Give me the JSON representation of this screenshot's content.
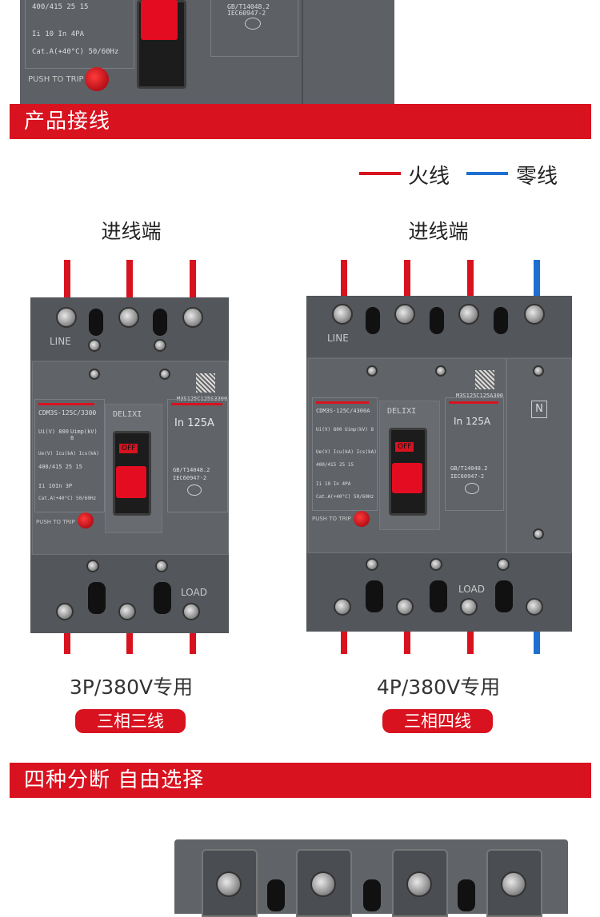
{
  "colors": {
    "banner": "#d8121f",
    "live_wire": "#d8121f",
    "neutral_wire": "#1e6fd0",
    "housing": "#5b5e63"
  },
  "section_wiring": {
    "title": "产品接线"
  },
  "legend": {
    "live": "火线",
    "neutral": "零线"
  },
  "left_product": {
    "header": "进线端",
    "caption": "3P/380V专用",
    "badge": "三相三线",
    "model": "CDM3S-125C/3300",
    "rating": "In  125A",
    "line_label": "LINE",
    "load_label": "LOAD",
    "push_label": "PUSH TO TRIP",
    "brand": "DELIXI",
    "off": "OFF",
    "qr_code": "M3S125C125S3300",
    "row_ui": "Ui(V) 800",
    "row_uimp": "Uimp(kV) 8",
    "row_ue": "Ue(V)   Icu(kA)  Ics(kA)",
    "row_vals": "400/415   25      15",
    "row_ii": "Ii 10In          3P",
    "row_cat": "Cat.A(+40°C)   50/60Hz",
    "std": "GB/T14048.2",
    "iec": "IEC60947-2"
  },
  "right_product": {
    "header": "进线端",
    "caption": "4P/380V专用",
    "badge": "三相四线",
    "model": "CDM3S-125C/4300A",
    "rating": "In  125A",
    "line_label": "LINE",
    "load_label": "LOAD",
    "push_label": "PUSH TO TRIP",
    "brand": "DELIXI",
    "off": "OFF",
    "neutral_mark": "N",
    "qr_code": "M3S125C125A300",
    "row_ui": "Ui(V) 800",
    "row_uimp": "Uimp(kV) 8",
    "row_ue": "Ue(V)   Icu(kA)  Ics(kA)",
    "row_vals": "400/415   25      15",
    "row_ii": "Ii 10 In          4PA",
    "row_cat": "Cat.A(+40°C)   50/60Hz",
    "std": "GB/T14048.2",
    "iec": "IEC60947-2"
  },
  "top_product": {
    "row_vals": "400/415   25      15",
    "row_ii": "Ii 10 In          4PA",
    "row_cat": "Cat.A(+40°C)   50/60Hz",
    "push_label": "PUSH TO TRIP",
    "std": "GB/T14048.2",
    "iec": "IEC60947-2"
  },
  "section_breaking": {
    "title": "四种分断 自由选择"
  }
}
